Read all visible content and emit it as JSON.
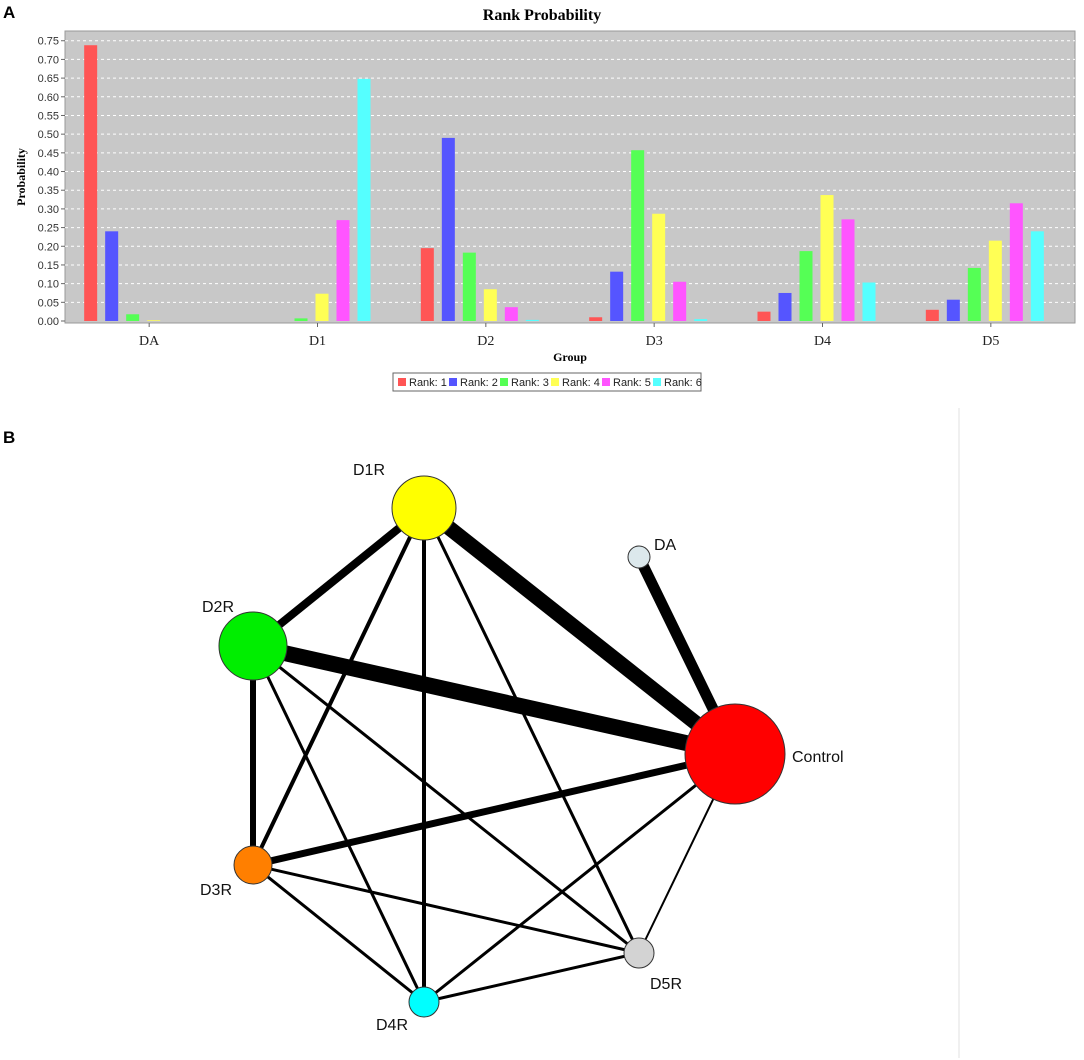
{
  "panels": {
    "a": "A",
    "b": "B"
  },
  "chart_data": [
    {
      "type": "bar",
      "title": "Rank Probability",
      "xlabel": "Group",
      "ylabel": "Probability",
      "ylim": [
        0,
        0.76
      ],
      "yticks": [
        0.0,
        0.05,
        0.1,
        0.15,
        0.2,
        0.25,
        0.3,
        0.35,
        0.4,
        0.45,
        0.5,
        0.55,
        0.6,
        0.65,
        0.7,
        0.75
      ],
      "ytick_labels": [
        "0.00",
        "0.05",
        "0.10",
        "0.15",
        "0.20",
        "0.25",
        "0.30",
        "0.35",
        "0.40",
        "0.45",
        "0.50",
        "0.55",
        "0.60",
        "0.65",
        "0.70",
        "0.75"
      ],
      "grid": true,
      "legend_position": "bottom",
      "categories": [
        "DA",
        "D1",
        "D2",
        "D3",
        "D4",
        "D5"
      ],
      "series": [
        {
          "name": "Rank: 1",
          "color": "#ff5555",
          "values": [
            0.738,
            0.0,
            0.195,
            0.01,
            0.025,
            0.03
          ]
        },
        {
          "name": "Rank: 2",
          "color": "#5555ff",
          "values": [
            0.24,
            0.0,
            0.49,
            0.132,
            0.075,
            0.057
          ]
        },
        {
          "name": "Rank: 3",
          "color": "#55ff55",
          "values": [
            0.018,
            0.007,
            0.183,
            0.457,
            0.187,
            0.142
          ]
        },
        {
          "name": "Rank: 4",
          "color": "#ffff55",
          "values": [
            0.002,
            0.073,
            0.085,
            0.287,
            0.337,
            0.215
          ]
        },
        {
          "name": "Rank: 5",
          "color": "#ff55ff",
          "values": [
            0.0,
            0.27,
            0.037,
            0.105,
            0.272,
            0.315
          ]
        },
        {
          "name": "Rank: 6",
          "color": "#55ffff",
          "values": [
            0.0,
            0.648,
            0.003,
            0.005,
            0.103,
            0.24
          ]
        }
      ]
    }
  ],
  "network": {
    "nodes": [
      {
        "id": "D1R",
        "label": "D1R",
        "color": "#ffff00",
        "relative_size": 1.0
      },
      {
        "id": "DA",
        "label": "DA",
        "color": "#dce8ec",
        "relative_size": 0.35
      },
      {
        "id": "D2R",
        "label": "D2R",
        "color": "#00ee00",
        "relative_size": 1.07
      },
      {
        "id": "Control",
        "label": "Control",
        "color": "#ff0000",
        "relative_size": 1.57
      },
      {
        "id": "D3R",
        "label": "D3R",
        "color": "#ff7f00",
        "relative_size": 0.6
      },
      {
        "id": "D5R",
        "label": "D5R",
        "color": "#d3d3d3",
        "relative_size": 0.47
      },
      {
        "id": "D4R",
        "label": "D4R",
        "color": "#00ffff",
        "relative_size": 0.47
      }
    ],
    "edges": [
      {
        "from": "D1R",
        "to": "Control",
        "weight": 15
      },
      {
        "from": "DA",
        "to": "Control",
        "weight": 11
      },
      {
        "from": "D2R",
        "to": "Control",
        "weight": 16
      },
      {
        "from": "D1R",
        "to": "D2R",
        "weight": 8
      },
      {
        "from": "D1R",
        "to": "D3R",
        "weight": 4
      },
      {
        "from": "D1R",
        "to": "D4R",
        "weight": 4
      },
      {
        "from": "D1R",
        "to": "D5R",
        "weight": 3
      },
      {
        "from": "D2R",
        "to": "D3R",
        "weight": 6
      },
      {
        "from": "D2R",
        "to": "D4R",
        "weight": 3
      },
      {
        "from": "D2R",
        "to": "D5R",
        "weight": 3
      },
      {
        "from": "D3R",
        "to": "Control",
        "weight": 7
      },
      {
        "from": "D3R",
        "to": "D4R",
        "weight": 3
      },
      {
        "from": "D3R",
        "to": "D5R",
        "weight": 3
      },
      {
        "from": "D4R",
        "to": "Control",
        "weight": 3
      },
      {
        "from": "D4R",
        "to": "D5R",
        "weight": 3
      },
      {
        "from": "D5R",
        "to": "Control",
        "weight": 2
      }
    ]
  }
}
